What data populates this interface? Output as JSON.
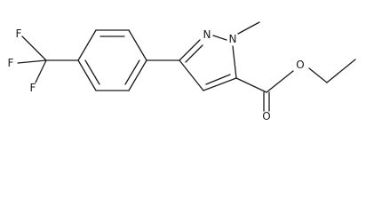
{
  "molecule": {
    "atoms": {
      "fluorine_top": "F",
      "fluorine_left": "F",
      "fluorine_bottom": "F",
      "nitrogen_ring": "N",
      "nitrogen_methyl": "N",
      "oxygen_ester": "O",
      "oxygen_carbonyl": "O"
    }
  }
}
